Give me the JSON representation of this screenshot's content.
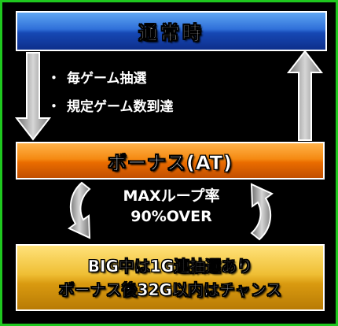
{
  "normal_state": "通常時",
  "transitions": [
    "毎ゲーム抽選",
    "規定ゲーム数到達"
  ],
  "bullet_glyph": "・",
  "bonus_state": "ボーナス(AT)",
  "loop": {
    "label": "MAXループ率",
    "value": "90%OVER"
  },
  "details": [
    "BIG中は1G連抽選あり",
    "ボーナス後32G以内はチャンス"
  ],
  "colors": {
    "border": "#1fc81f",
    "normal_box": "#1648b4",
    "bonus_box": "#ea6c00",
    "detail_box": "#efbe34",
    "arrow": "#8a8a8a"
  }
}
